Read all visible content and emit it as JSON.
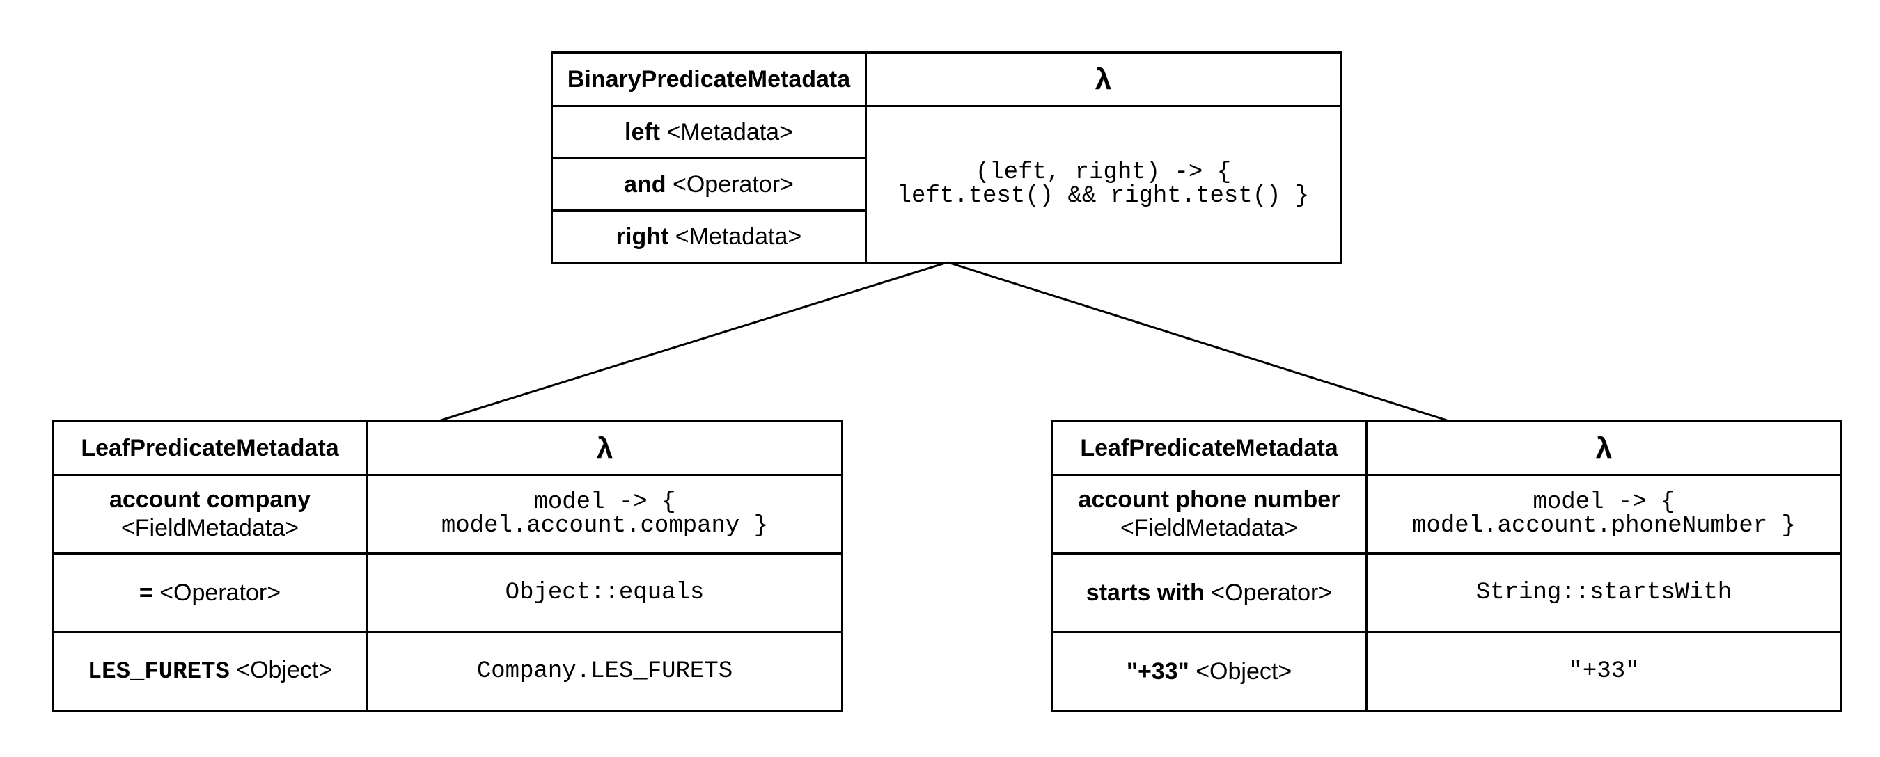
{
  "symbol": "λ",
  "binary": {
    "title": "BinaryPredicateMetadata",
    "rows": [
      {
        "key": "left",
        "type": " <Metadata>"
      },
      {
        "key": "and",
        "type": " <Operator>"
      },
      {
        "key": "right",
        "type": " <Metadata>"
      }
    ],
    "code": [
      "(left, right) -> {",
      "left.test() && right.test() }"
    ]
  },
  "leaf_left": {
    "title": "LeafPredicateMetadata",
    "field_key": "account company",
    "field_type": "<FieldMetadata>",
    "field_code": [
      "model -> {",
      "model.account.company }"
    ],
    "op_key": "=",
    "op_type": " <Operator>",
    "op_code": "Object::equals",
    "val_key": "LES_FURETS",
    "val_type": " <Object>",
    "val_code": "Company.LES_FURETS"
  },
  "leaf_right": {
    "title": "LeafPredicateMetadata",
    "field_key": "account phone number",
    "field_type": "<FieldMetadata>",
    "field_code": [
      "model -> {",
      "model.account.phoneNumber }"
    ],
    "op_key": "starts with",
    "op_type": " <Operator>",
    "op_code": "String::startsWith",
    "val_key": "\"+33\"",
    "val_type": " <Object>",
    "val_code": "\"+33\""
  }
}
